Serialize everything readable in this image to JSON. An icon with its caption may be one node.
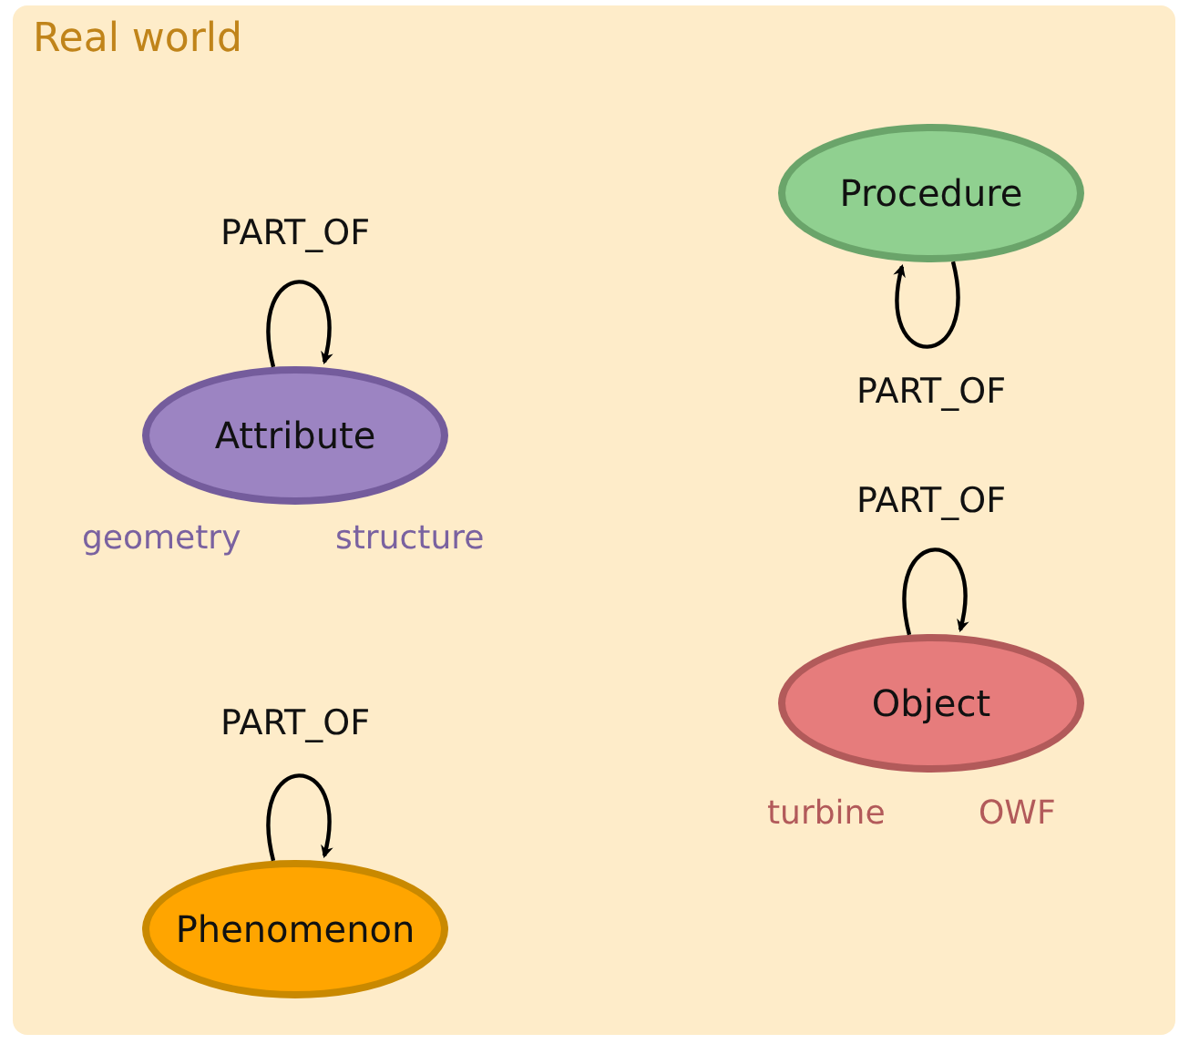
{
  "diagram": {
    "nodes": [
      {
        "text": [
          "Real world"
        ]
      },
      {
        "text": [
          "Attribute"
        ],
        "in": 0,
        "beside": [
          "geometry",
          "structure"
        ]
      },
      {
        "text": [
          "Procedure"
        ],
        "in": 0
      },
      {
        "text": [
          "Object"
        ],
        "in": 0,
        "beside": [
          "turbine",
          "OWF"
        ]
      },
      {
        "text": [
          "Phenomenon"
        ],
        "in": 0
      }
    ],
    "edges": [
      {
        "from": 1,
        "to": 1,
        "arrow": "to",
        "label": "PART_OF"
      },
      {
        "from": 2,
        "to": 2,
        "arrow": "to",
        "label": "PART_OF"
      },
      {
        "from": 3,
        "to": 3,
        "arrow": "to",
        "label": "PART_OF"
      },
      {
        "from": 4,
        "to": 4,
        "arrow": "to",
        "label": "PART_OF"
      }
    ]
  }
}
